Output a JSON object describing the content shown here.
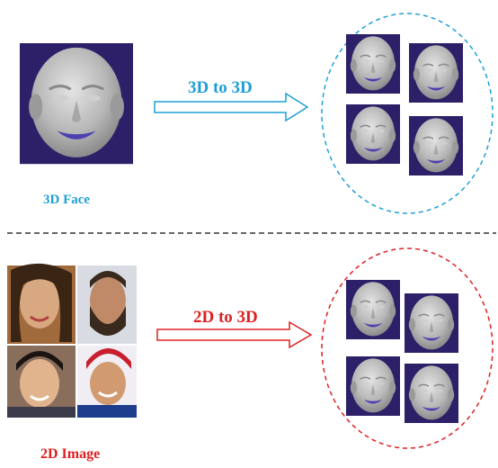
{
  "top_section": {
    "source_label": "3D Face",
    "arrow_label": "3D to 3D",
    "source_icon": "3d-face-mesh",
    "output_icons": [
      "3d-face-mesh",
      "3d-face-mesh",
      "3d-face-mesh",
      "3d-face-mesh"
    ]
  },
  "bottom_section": {
    "source_label": "2D Image",
    "arrow_label": "2D to 3D",
    "source_icons": [
      "face-photo",
      "face-photo",
      "face-photo",
      "face-photo"
    ],
    "output_icons": [
      "3d-face-mesh",
      "3d-face-mesh",
      "3d-face-mesh",
      "3d-face-mesh"
    ]
  },
  "colors": {
    "top_accent": "#1e9fd6",
    "bottom_accent": "#e02020",
    "mesh_background": "#2d1f68",
    "separator": "#333333"
  }
}
